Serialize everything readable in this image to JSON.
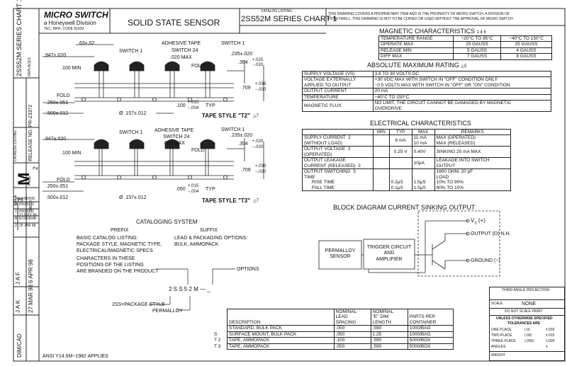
{
  "title_block": {
    "logo_main": "MICRO SWITCH",
    "logo_sub": "a Honeywell Division",
    "logo_mfr": "TEC. MFR. CODE 91929",
    "title": "SOLID STATE SENSOR",
    "catalog_caption": "CATALOG LISTING",
    "catalog_listing": "2SS52M SERIES CHART 1",
    "proprietary_line1": "THIS DRAWING COVERS A PROPRIETARY ITEM AND IS THE PROPERTY OF MICRO SWITCH. A DIVISION OF",
    "proprietary_line2": "HONEYWELL. THIS DRAWING IS NOT TO BE COPIED OR USED WITHOUT THE APPROVAL OF MICRO SWITCH"
  },
  "left_strip": {
    "catalog_listing": "2SS52M SERIES CHART 1",
    "catalog_caption": "CATALOG LISTING",
    "m_letter": "M",
    "page": "2",
    "page_label": "PAGE",
    "replaces": "REPLACES",
    "release_no": "RELEASE NO. PR-23372",
    "issue_label": "ISSUE",
    "issue": "3",
    "check_label": "CHECK",
    "revisions_label": "REVISIONS",
    "revisions": [
      "PR23372",
      "PR23372",
      "21 NOV 96",
      "EC06364B",
      "25 JAN 98"
    ],
    "rev_letters": [
      "A",
      "1",
      "B",
      "2"
    ],
    "check_initials_1": "J A F",
    "check_date_1": "6 APR 98",
    "check_initials_2": "J A K",
    "check_date_2": "27 MAR 98",
    "dim_cad": "DIM/CAD"
  },
  "magnetic": {
    "title": "MAGNETIC CHARACTERISTICS",
    "notes": "1 4 6",
    "rows": [
      [
        "TEMPERATURE RANGE",
        "−20°C TO 85°C",
        "−40°C TO 150°C"
      ],
      [
        "OPERATE MAX",
        "25 GAUSS",
        "25 GAUSS"
      ],
      [
        "RELEASE MIN",
        "5 GAUSS",
        "4 GAUSS"
      ],
      [
        "DIFF MAX",
        "7 GAUSS",
        "8 GAUSS"
      ]
    ]
  },
  "absolute": {
    "title": "ABSOLUTE MAXIMUM RATING",
    "note": "5",
    "rows": [
      [
        "SUPPLY VOLTAGE  (VS)",
        "3.8 TO 30 VOLTS DC"
      ],
      [
        "VOLTAGE EXTERNALLY\nAPPLIED TO OUTPUT",
        "+30 VDC MAX WITH SWITCH IN \"OFF\" CONDITION ONLY\n−0.5 VOLTS MAX WITH SWITCH IN \"OFF\" OR \"ON\" CONDITION"
      ],
      [
        "OUTPUT CURRENT",
        "20 mA"
      ],
      [
        "TEMPERATURE",
        "−40°C TO 150°C"
      ],
      [
        "MAGNETIC FLUX",
        "NO LIMIT, THE CIRCUIT CANNOT BE DAMAGED BY MAGNETIC\nOVERDRIVE"
      ]
    ]
  },
  "electrical": {
    "title": "ELECTRICAL CHARACTERISTICS",
    "headers": [
      "",
      "MIN",
      "TYP",
      "MAX",
      "REMARKS"
    ],
    "rows": [
      [
        "SUPPLY CURRENT  2\n(WITHOUT LOAD)",
        "",
        "6 mA",
        "11 mA\n10 mA",
        "MAX (OPERATED)\nMAX (RELEASED)"
      ],
      [
        "OUTPUT VOLTAGE  3\n(OPERATED)",
        "",
        "0.25 V",
        "0.40V",
        "SINKING 20 mA MAX"
      ],
      [
        "OUTPUT LEAKAGE\nCURRENT (RELEASED)  3",
        "",
        "",
        "10μA",
        "LEAKAGE INTO SWITCH\nOUTPUT"
      ],
      [
        "OUTPUT SWITCHING  3\nTIME\n      RISE TIME\n      FALL TIME",
        "",
        "\n\n0.2μS\n0.1μS",
        "\n\n1.5μS\n1.5μS",
        "1600 OHM, 20 pF\nLOAD\n10% TO 90%\n90% TO 10%"
      ]
    ]
  },
  "block_diagram": {
    "title": "BLOCK DIAGRAM CURRENT SINKING OUTPUT",
    "permalloy": "PERMALLOY\nSENSOR",
    "trigger": "TRIGGER CIRCUIT\nAND\nAMPLIFIER",
    "vs": "V",
    "vs_sub": "S",
    "vs_suffix": " (+)",
    "output": "OUTPUT (O) N.H.",
    "ground": "GROUND (−)"
  },
  "tape_t2": {
    "dims": [
      ".63±.02",
      ".947±.020",
      ".100 MIN",
      "FOLD",
      ".250±.051",
      ".500±.012",
      "SWITCH 1",
      "ADHESIVE TAPE",
      "SWITCH 24",
      ".020 MAX",
      "SWITCH 1",
      "FOLD",
      ".235±.020",
      ".354",
      "+.020",
      "−.020",
      ".709",
      "+.039",
      "−.020",
      "Ø .157±.012",
      ".100",
      "+.015",
      "−.004",
      "TYP"
    ],
    "label": "TAPE STYLE \"T2\"",
    "note": "7"
  },
  "tape_t3": {
    "dims": [
      "SWITCH 1",
      "ADHESIVE TAPE",
      "SWITCH 24",
      ".020 MAX",
      "SWITCH 1",
      ".947±.020",
      ".100 MIN",
      "FOLD",
      ".235±.020",
      ".354",
      "+.020",
      "−.020",
      "FOLD",
      ".250±.051",
      ".500±.012",
      "Ø .157±.012",
      ".050",
      "+.015",
      "−.004",
      "TYP",
      ".709",
      "+.039",
      "−.020"
    ],
    "label": "TAPE STYLE \"T3\"",
    "note": "7"
  },
  "cataloging": {
    "title": "CATALOGING SYSTEM",
    "prefix": "PREFIX",
    "suffix": "SUFFIX",
    "basic": "BASIC CATALOG LISTING:",
    "basic_desc1": "PACKAGE STYLE, MAGNETIC TYPE,",
    "basic_desc2": "ELECTRICAL/MAGNETIC SPECS",
    "lead": "LEAD & PACKAGING OPTIONS:",
    "lead_desc": "BULK, AMMOPACK",
    "chars1": "CHARACTERS IN THESE",
    "chars2": "POSITIONS OF THE LISTING",
    "chars3": "ARE BRANDED ON THE PRODUCT",
    "options": "OPTIONS",
    "code": "2 S S 5 2 M — _",
    "pkg": "2SS=PACKAGE STYLE",
    "permalloy": "PERMALLOY"
  },
  "options_table": {
    "headers": [
      "",
      "DESCRIPTION",
      "NOMINAL\nLEAD\nSPACING",
      "NOMINAL\n\"E\" DIM\nLENGTH",
      "PARTS PER\nCONTAINER"
    ],
    "rows": [
      [
        "",
        "STANDARD, BULK PACK",
        ".050",
        ".590",
        "1000/BAG"
      ],
      [
        "S",
        "SURFACE MOUNT, BULK PACK",
        ".050",
        "1.25",
        "1000/BAG"
      ],
      [
        "T 2",
        "TAPE, AMMOPACK",
        ".100",
        ".590",
        "5000/BOX"
      ],
      [
        "T 3",
        "TAPE, AMMOPACK",
        ".050",
        ".590",
        "5000/BOX"
      ]
    ]
  },
  "tolerance": {
    "projection": "THIRD ANGLE PROJECTION",
    "scale_label": "SCALE",
    "scale": "NONE",
    "do_not_scale": "DO NOT SCALE PRINT",
    "unless1": "UNLESS OTHERWISE SPECIFIED",
    "unless2": "TOLERANCES ARE",
    "rows": [
      [
        "ONE PLACE",
        "(.0)",
        "±.030"
      ],
      [
        "TWO PLACE",
        "(.00)",
        "±.015"
      ],
      [
        "THREE PLACE",
        "(.000)",
        "±.005"
      ],
      [
        "ANGLES",
        "",
        "±"
      ]
    ],
    "weight": "WEIGHT"
  },
  "ansi": "ANSI Y14.5M−1982 APPLIES"
}
